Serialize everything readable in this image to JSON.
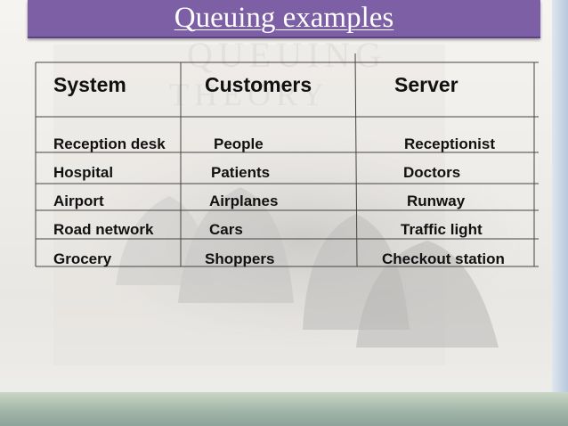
{
  "slide": {
    "title": "Queuing examples"
  },
  "table": {
    "headers": [
      "System",
      "Customers",
      "Server"
    ],
    "rows": [
      [
        "Reception desk",
        "People",
        "Receptionist"
      ],
      [
        "Hospital",
        "Patients",
        "Doctors"
      ],
      [
        "Airport",
        "Airplanes",
        "Runway"
      ],
      [
        "Road network",
        "Cars",
        "Traffic light"
      ],
      [
        "Grocery",
        "Shoppers",
        "Checkout station"
      ]
    ]
  },
  "colors": {
    "title_bar": "#7d5fa6",
    "text": "#111111"
  }
}
